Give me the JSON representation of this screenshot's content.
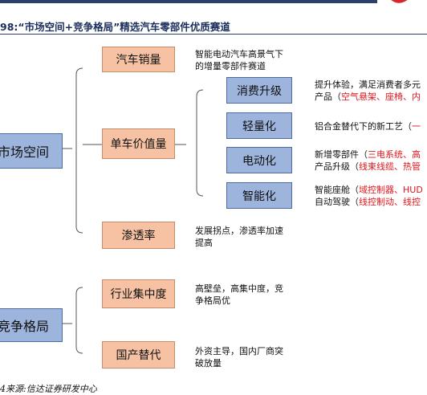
{
  "figure": {
    "title": "98:“市场空间+竞争格局”精选汽车零部件优质赛道",
    "source": "4来源:信达证券研发中心"
  },
  "colors": {
    "blue_box": "#9db4dc",
    "orange_box": "#f7c2a4",
    "highlight_red": "#e0161e",
    "title_navy": "#1b2f5c"
  },
  "nodes": {
    "market_space": "市场空间",
    "competition": "竞争格局",
    "auto_sales": "汽车销量",
    "unit_value": "单车价值量",
    "penetration": "渗透率",
    "concentration": "行业集中度",
    "localization": "国产替代",
    "consumer_upgrade": "消费升级",
    "lightweight": "轻量化",
    "electrification": "电动化",
    "intelligence": "智能化"
  },
  "notes": {
    "auto_sales_l1": "智能电动汽车高景气下",
    "auto_sales_l2": "的增量零部件赛道",
    "penetration_l1": "发展拐点，渗透率加速",
    "penetration_l2": "提高",
    "concentration_l1": "高壁垒，高集中度，竞",
    "concentration_l2": "争格局优",
    "localization_l1": "外资主导，国内厂商突",
    "localization_l2": "破放量",
    "consumer_l1": "提升体验，满足消费者多元",
    "consumer_l2a": "产品（",
    "consumer_l2b": "空气悬架、座椅、内",
    "lightweight_a": "铝合金替代下的新工艺（",
    "lightweight_b": "一",
    "electric_l1a": "新增零部件（",
    "electric_l1b": "三电系统、高",
    "electric_l2a": "产品升级（",
    "electric_l2b": "线束线缆、热管",
    "intel_l1a": "智能座舱（",
    "intel_l1b": "域控制器、HUD",
    "intel_l2a": "自动驾驶（",
    "intel_l2b": "线控制动、线控"
  }
}
